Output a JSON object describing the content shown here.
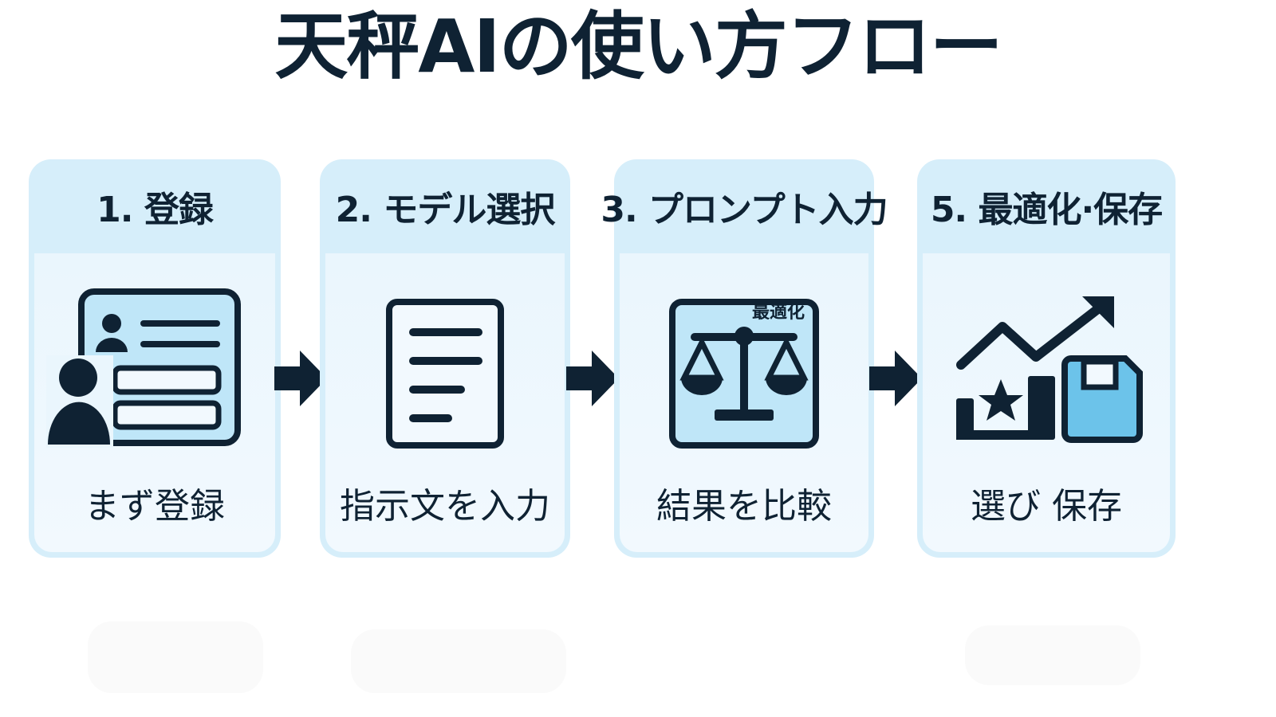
{
  "title": "天秤AIの使い方フロー",
  "steps": [
    {
      "heading": "1.  登録",
      "caption": "まず登録",
      "icon": "registration-form-icon"
    },
    {
      "heading": "2. モデル選択",
      "caption": "指示文を入力",
      "icon": "document-icon"
    },
    {
      "heading": "3. プロンプト入力",
      "caption": "結果を比較",
      "icon": "balance-scale-icon",
      "icon_label": "最適化"
    },
    {
      "heading": "5. 最適化·保存",
      "caption": "選び 保存",
      "icon": "chart-save-icon"
    }
  ],
  "connector_icon": "right-arrow-icon",
  "colors": {
    "ink": "#0f2233",
    "card_header": "#d6eefa",
    "card_body": "#eef8fd",
    "icon_fill": "#bfe6f8",
    "floppy_fill": "#6cc3ea"
  }
}
